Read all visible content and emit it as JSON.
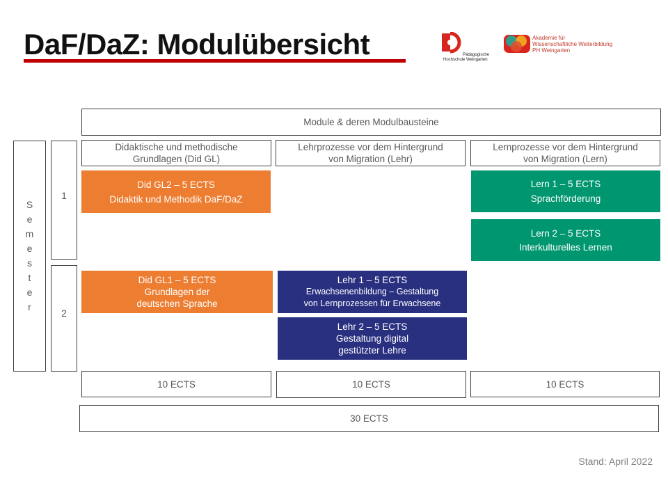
{
  "title": "DaF/DaZ: Modulübersicht",
  "logos": {
    "ph_weingarten": {
      "line1": "Pädagogische",
      "line2": "Hochschule Weingarten"
    },
    "akademie": {
      "line1": "Akademie für",
      "line2": "Wissenschaftliche Weiterbildung",
      "line3": "PH Weingarten"
    }
  },
  "header": "Module & deren Modulbausteine",
  "semester_label": [
    "S",
    "e",
    "m",
    "e",
    "s",
    "t",
    "e",
    "r"
  ],
  "semesters": [
    "1",
    "2"
  ],
  "columns": {
    "didgl": {
      "line1": "Didaktische und methodische",
      "line2": "Grundlagen (Did GL)"
    },
    "lehr": {
      "line1": "Lehrprozesse vor dem Hintergrund",
      "line2": "von Migration (Lehr)"
    },
    "lern": {
      "line1": "Lernprozesse vor dem Hintergrund",
      "line2": "von Migration (Lern)"
    }
  },
  "modules": {
    "didgl2": {
      "title": "Did GL2 – 5 ECTS",
      "desc": "Didaktik und Methodik DaF/DaZ"
    },
    "lern1": {
      "title": "Lern 1 – 5 ECTS",
      "desc": "Sprachförderung"
    },
    "lern2": {
      "title": "Lern 2 – 5 ECTS",
      "desc": "Interkulturelles Lernen"
    },
    "didgl1": {
      "title": "Did GL1 – 5 ECTS",
      "desc1": "Grundlagen der",
      "desc2": "deutschen Sprache"
    },
    "lehr1": {
      "title": "Lehr 1 – 5 ECTS",
      "desc1": "Erwachsenenbildung – Gestaltung",
      "desc2": "von Lernprozessen für Erwachsene"
    },
    "lehr2": {
      "title": "Lehr 2 – 5 ECTS",
      "desc1": "Gestaltung digital",
      "desc2": "gestützter Lehre"
    }
  },
  "totals": {
    "didgl": "10 ECTS",
    "lehr": "10 ECTS",
    "lern": "10 ECTS",
    "all": "30 ECTS"
  },
  "stand": "Stand: April 2022",
  "colors": {
    "orange": "#ed7d31",
    "green": "#009670",
    "navy": "#2a3080",
    "accent_red": "#c00000"
  }
}
